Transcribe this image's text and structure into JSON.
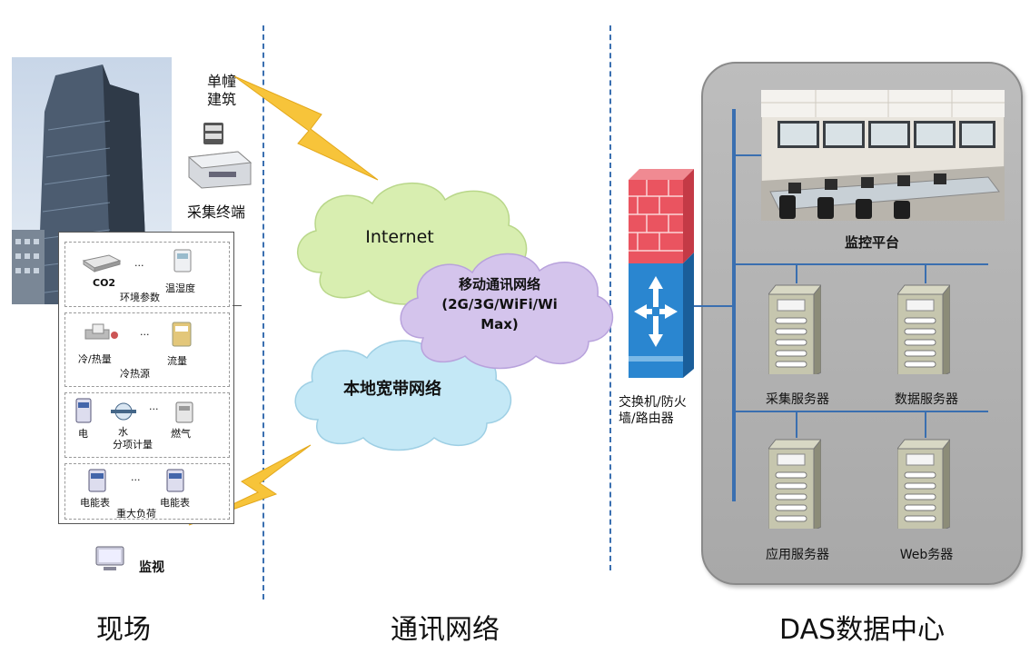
{
  "sections": {
    "site": "现场",
    "network": "通讯网络",
    "datacenter": "DAS数据中心"
  },
  "site": {
    "building_label_line1": "单幢",
    "building_label_line2": "建筑",
    "terminal_label": "采集终端",
    "rows": [
      {
        "items": [
          "CO2",
          "温湿度"
        ],
        "caption": "环境参数"
      },
      {
        "items": [
          "冷/热量",
          "流量"
        ],
        "caption": "冷热源"
      },
      {
        "items": [
          "电",
          "水",
          "燃气"
        ],
        "caption": "分项计量"
      },
      {
        "items": [
          "电能表",
          "电能表"
        ],
        "caption": "重大负荷"
      }
    ],
    "ellipsis": "...",
    "monitor_label": "监视"
  },
  "network": {
    "internet": "Internet",
    "mobile_line1": "移动通讯网络",
    "mobile_line2": "(2G/3G/WiFi/Wi",
    "mobile_line3": "Max)",
    "broadband": "本地宽带网络"
  },
  "datacenter": {
    "switch_line1": "交换机/防火",
    "switch_line2": "墙/路由器",
    "platform": "监控平台",
    "servers": [
      "采集服务器",
      "数据服务器",
      "应用服务器",
      "Web务器"
    ]
  },
  "colors": {
    "divider": "#3a6fb0",
    "bolt": "#f7c43a",
    "cloud_green": "#d8eeb0",
    "cloud_purple": "#d4c4ec",
    "cloud_blue": "#c4e8f6",
    "firewall_red": "#ea5460",
    "firewall_blue": "#2a86d0",
    "panel_gray": "#b3b3b3"
  }
}
